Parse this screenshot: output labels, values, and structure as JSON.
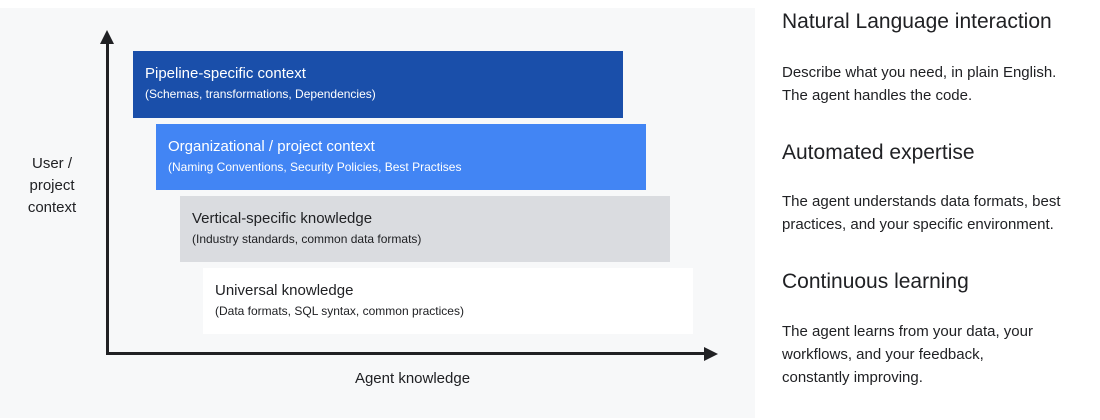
{
  "diagram": {
    "y_axis_label": "User /\nproject\ncontext",
    "x_axis_label": "Agent knowledge",
    "layers": [
      {
        "title": "Pipeline-specific context",
        "subtitle": "(Schemas, transformations, Dependencies)",
        "color": "#1a4faa"
      },
      {
        "title": "Organizational / project context",
        "subtitle": "(Naming Conventions, Security Policies, Best Practises",
        "color": "#4285f4"
      },
      {
        "title": "Vertical-specific knowledge",
        "subtitle": "(Industry standards, common data formats)",
        "color": "#dadce0"
      },
      {
        "title": "Universal knowledge",
        "subtitle": "(Data formats, SQL syntax, common practices)",
        "color": "#ffffff"
      }
    ]
  },
  "features": [
    {
      "title": "Natural Language interaction",
      "description": "Describe what you need, in plain English.\nThe agent handles the code."
    },
    {
      "title": "Automated expertise",
      "description": "The agent understands data formats, best\npractices, and your specific environment."
    },
    {
      "title": "Continuous learning",
      "description": "The agent learns from your data, your\nworkflows, and your feedback,\nconstantly improving."
    }
  ]
}
